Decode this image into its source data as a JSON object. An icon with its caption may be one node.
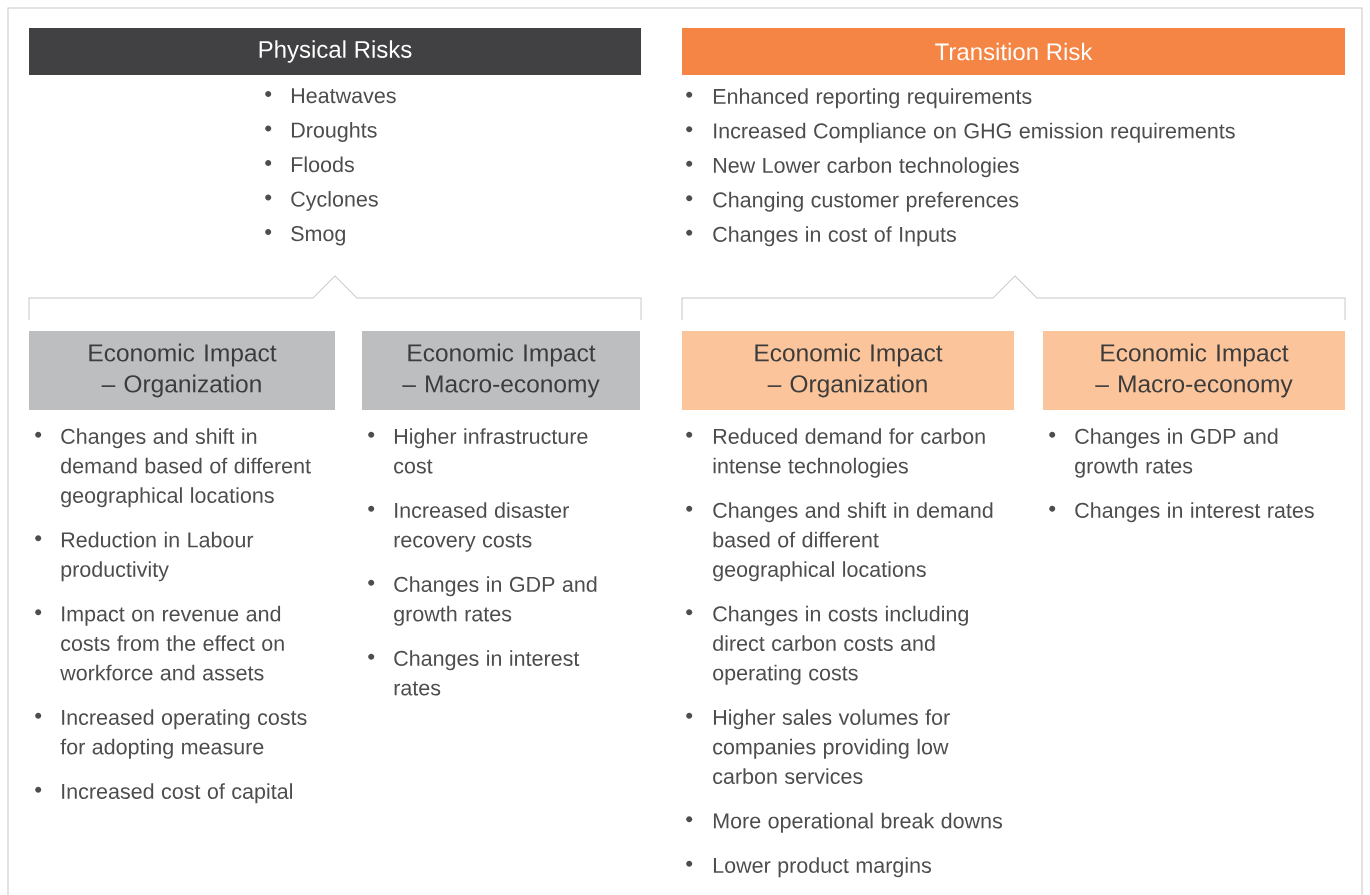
{
  "diagram": {
    "nodes": [
      {
        "text": [
          "Physical Risks"
        ],
        "beside": [
          "Heatwaves",
          "Droughts",
          "Floods",
          "Cyclones",
          "Smog"
        ]
      },
      {
        "text": [
          "Transition Risk"
        ],
        "beside": [
          "Enhanced reporting requirements",
          "Increased Compliance on GHG emission requirements",
          "New Lower carbon technologies",
          "Changing customer preferences",
          "Changes in cost of Inputs"
        ]
      },
      {
        "text": [
          "Economic Impact – Organization"
        ],
        "beside": [
          "Changes and shift in demand based of different geographical locations",
          "Reduction in Labour productivity",
          "Impact on revenue and costs from the effect on workforce and assets",
          "Increased operating costs for adopting measure",
          "Increased cost of capital"
        ]
      },
      {
        "text": [
          "Economic Impact – Macro-economy"
        ],
        "beside": [
          "Higher infrastructure cost",
          "Increased disaster recovery costs",
          "Changes in GDP and growth rates",
          "Changes in interest rates"
        ]
      },
      {
        "text": [
          "Economic Impact – Organization"
        ],
        "beside": [
          "Reduced demand for carbon intense technologies",
          "Changes and shift in demand based of different geographical locations",
          "Changes in costs including direct carbon costs and operating costs",
          "Higher sales volumes for companies providing low carbon services",
          "More operational break downs",
          "Lower product margins"
        ]
      },
      {
        "text": [
          "Economic Impact – Macro-economy"
        ],
        "beside": [
          "Changes in GDP and growth rates",
          "Changes in interest rates"
        ]
      }
    ]
  }
}
